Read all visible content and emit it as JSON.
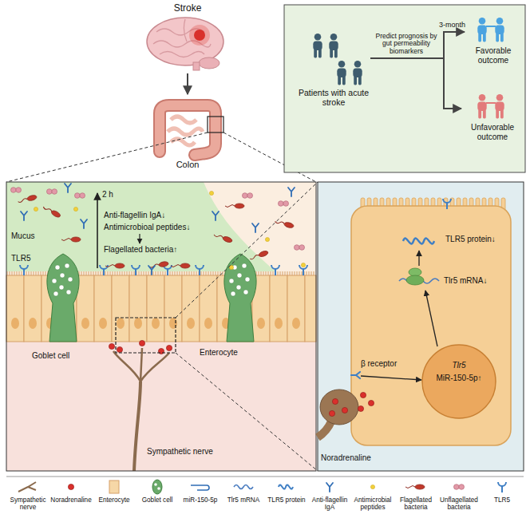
{
  "diagram": {
    "nodes": [
      {
        "text": [
          "Stroke"
        ]
      },
      {
        "text": [
          "Colon"
        ]
      },
      {
        "text": [
          "Patients with acute stroke"
        ]
      },
      {
        "text": [
          "Favorable outcome"
        ]
      },
      {
        "text": [
          "Unfavorable outcome"
        ]
      }
    ],
    "edges": [
      {
        "from": 0,
        "to": 1,
        "arrow": "to"
      },
      {
        "from": 2,
        "to": 3,
        "arrow": "to",
        "label": "Predict prognosis by gut permeability biomarkers"
      },
      {
        "from": 2,
        "to": 4,
        "arrow": "to"
      }
    ],
    "labels": [
      "3-month",
      "2 h",
      "Anti-flagellin IgA↓",
      "Antimicrobioal peptides↓",
      "Flagellated bacteria↑",
      "Mucus",
      "TLR5",
      "Enterocyte",
      "Goblet cell",
      "Sympathetic nerve",
      "TLR5 protein↓",
      "Tlr5 mRNA↓",
      "Tlr5",
      "MiR-150-5p↑",
      "β receptor",
      "Noradrenaline"
    ],
    "legend": [
      {
        "text": "Sympathetic nerve"
      },
      {
        "text": "Noradrenaline"
      },
      {
        "text": "Enterocyte"
      },
      {
        "text": "Goblet cell"
      },
      {
        "text": "miR-150-5p"
      },
      {
        "text": "Tlr5 mRNA"
      },
      {
        "text": "TLR5 protein"
      },
      {
        "text": "Anti-flagellin IgA"
      },
      {
        "text": "Antimicrobial peptides"
      },
      {
        "text": "Flagellated bacteria"
      },
      {
        "text": "Unflagellated bacteria"
      },
      {
        "text": "TLR5"
      }
    ]
  }
}
